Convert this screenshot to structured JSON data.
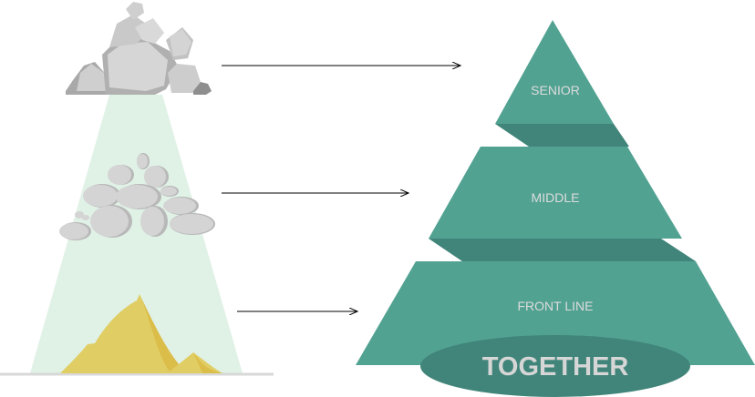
{
  "levels": {
    "senior": "SENIOR",
    "middle": "MIDDLE",
    "front_line": "FRONT LINE",
    "base": "TOGETHER"
  },
  "colors": {
    "teal_light": "#52a292",
    "teal_dark": "#41857a",
    "beam": "#e0f1e6",
    "rock": "#d4d4d4",
    "sand": "#e0ce64"
  }
}
